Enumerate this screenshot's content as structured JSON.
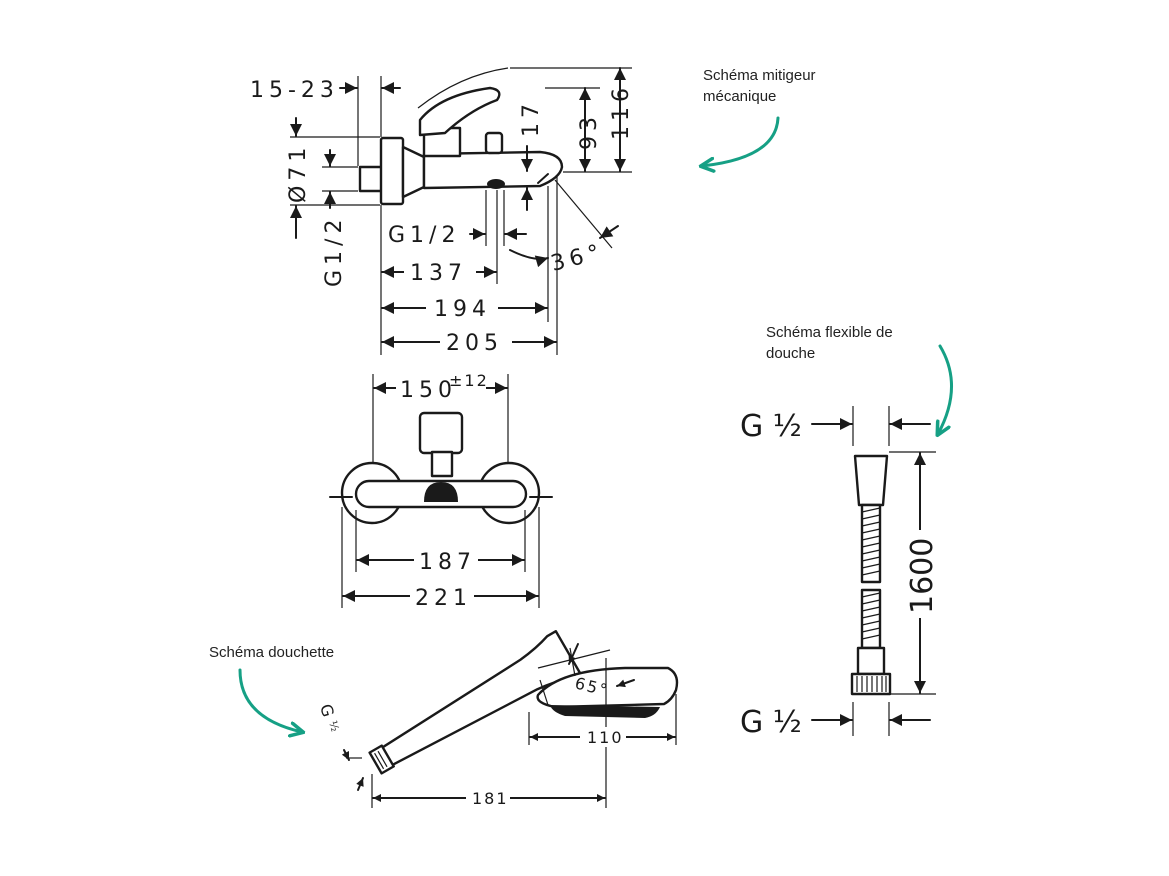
{
  "colors": {
    "ink": "#1a1a1a",
    "annotation_arrow": "#16a085"
  },
  "annotations": {
    "mixer": [
      "Schéma mitigeur",
      "mécanique"
    ],
    "hose": [
      "Schéma flexible de",
      "douche"
    ],
    "handshower": [
      "Schéma douchette"
    ]
  },
  "mixer_side": {
    "dim_15_23": "15-23",
    "dim_diameter": "Ø71",
    "dim_thread_vertical": "G1/2",
    "dim_thread": "G1/2",
    "dim_17": "17",
    "dim_93": "93",
    "dim_116": "116",
    "dim_angle": "36°",
    "dim_137": "137",
    "dim_194": "194",
    "dim_205": "205"
  },
  "mixer_front": {
    "dim_150": "150",
    "dim_150_tolerance": "±12",
    "dim_187": "187",
    "dim_221": "221"
  },
  "handshower": {
    "dim_angle": "65°",
    "dim_110": "110",
    "dim_181": "181",
    "thread_g": "G",
    "thread_half": "½"
  },
  "hose": {
    "thread_top": "G ½",
    "thread_bottom": "G ½",
    "length": "1600"
  }
}
